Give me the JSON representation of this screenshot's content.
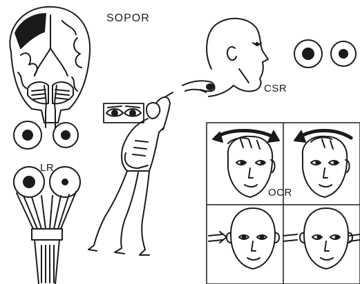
{
  "title": "SOPOR",
  "labels": {
    "lr": "LR",
    "csr": "CSR",
    "ocr": "OCR"
  },
  "colors": {
    "ink": "#1a1a1a",
    "paper": "#ffffff"
  },
  "icons": [
    "brain-coronal-section",
    "pupil-pair",
    "light-beam",
    "flashlight",
    "ear-pinch-hand",
    "reclining-figure",
    "head-rotation-arrow",
    "face"
  ]
}
